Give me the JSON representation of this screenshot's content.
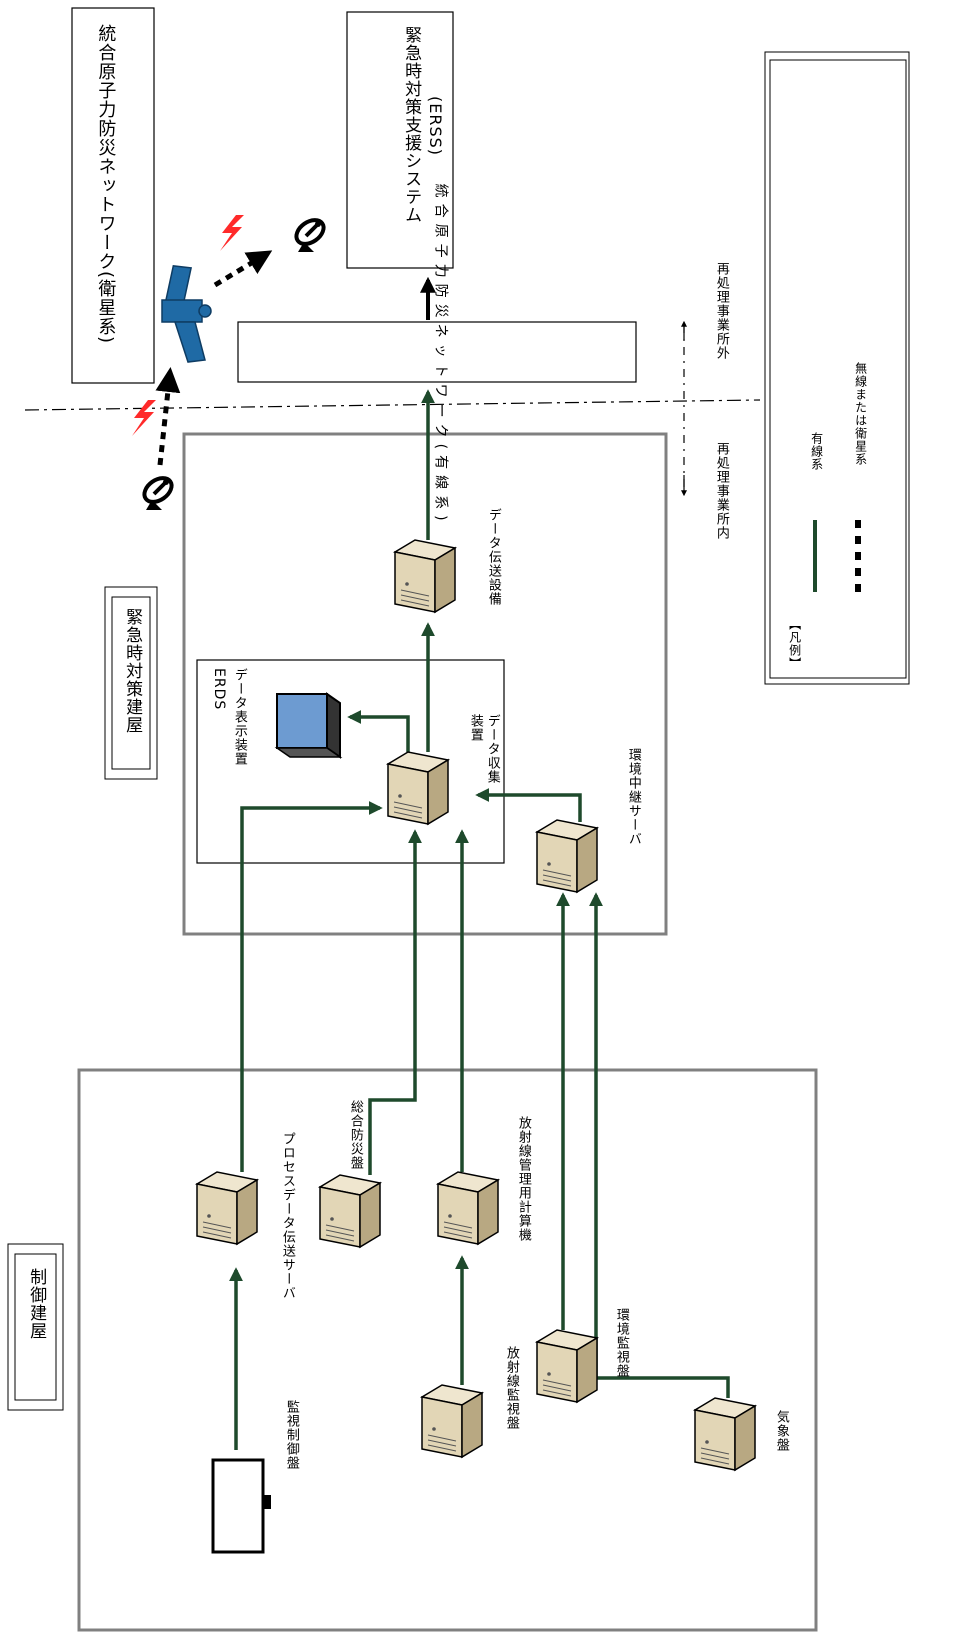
{
  "diagram": {
    "title_satellite": "統合原子力防災ネットワーク(衛星系)",
    "erss_line1": "緊急時対策支援システム",
    "erss_line2": "(ERSS)",
    "wired_network": "統合原子力防災ネットワーク(有線系)",
    "boundary_outside": "再処理事業所外",
    "boundary_inside": "再処理事業所内",
    "building_emergency": "緊急時対策建屋",
    "building_control": "制御建屋",
    "erds_label": "ERDS",
    "data_display": "データ表示装置",
    "data_collection": "データ収集\n装置",
    "data_transmission": "データ伝送設備",
    "env_relay_server": "環境中継サーバ",
    "process_server": "プロセスデータ伝送サーバ",
    "disaster_panel": "総合防災盤",
    "rad_calc": "放射線管理用計算機",
    "rad_monitor": "放射線監視盤",
    "env_monitor": "環境監視盤",
    "weather_panel": "気象盤",
    "monitor_control": "監視制御盤"
  },
  "legend": {
    "title": "【凡例】",
    "wired": "有線系",
    "wireless": "無線または衛星系"
  },
  "colors": {
    "wire": "#1e4a2c",
    "box_border": "#808080",
    "lightning": "#ff2a2a",
    "server_body": "#d9ccaa",
    "satellite": "#1f6aa5"
  }
}
